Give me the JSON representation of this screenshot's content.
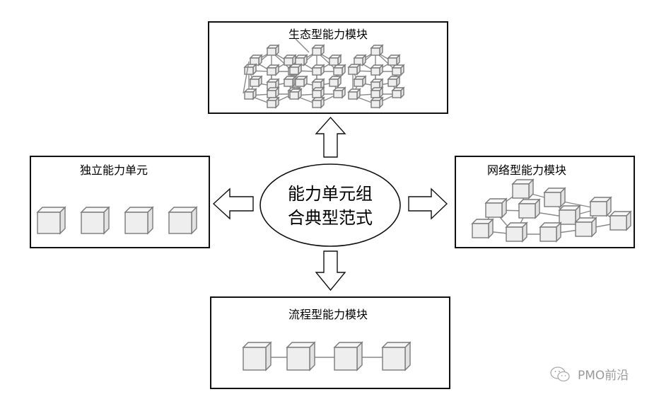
{
  "center": {
    "line1": "能力单元组",
    "line2": "合典型范式"
  },
  "boxes": {
    "top": {
      "title": "生态型能力模块",
      "icon": "ecosystem-network-icon"
    },
    "left": {
      "title": "独立能力单元",
      "icon": "independent-cubes-icon",
      "cube_count": 4
    },
    "right": {
      "title": "网络型能力模块",
      "icon": "network-cubes-icon"
    },
    "bottom": {
      "title": "流程型能力模块",
      "icon": "process-chain-icon",
      "cube_count": 4
    }
  },
  "arrows": [
    "up",
    "left",
    "right",
    "down"
  ],
  "watermark": {
    "icon": "wechat-icon",
    "text": "PMO前沿"
  },
  "colors": {
    "border": "#111111",
    "cube_fill": "#eeeeee",
    "cube_stroke": "#7a7a7a",
    "link": "#8a8a8a",
    "watermark": "#9a9a9a"
  }
}
